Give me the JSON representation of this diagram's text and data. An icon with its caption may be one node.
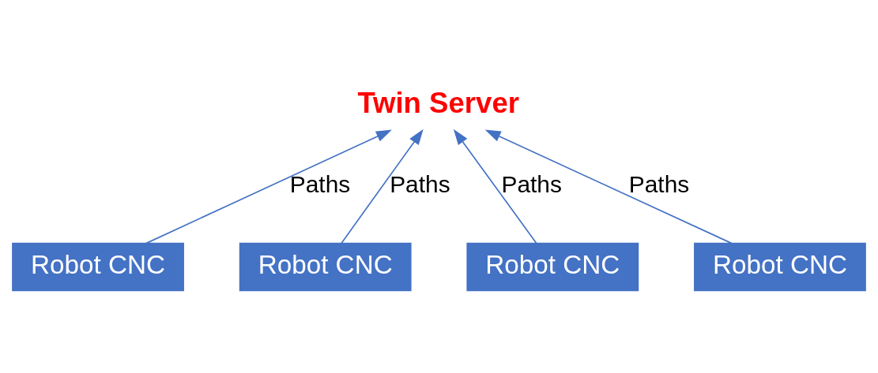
{
  "diagram": {
    "nodes": [
      {
        "text": [
          "Twin Server"
        ]
      },
      {
        "text": [
          "Robot CNC"
        ]
      },
      {
        "text": [
          "Robot CNC"
        ]
      },
      {
        "text": [
          "Robot CNC"
        ]
      },
      {
        "text": [
          "Robot CNC"
        ]
      }
    ],
    "edges": [
      {
        "from": 1,
        "to": 0,
        "arrow": "to",
        "label": "Paths"
      },
      {
        "from": 2,
        "to": 0,
        "arrow": "to",
        "label": "Paths"
      },
      {
        "from": 3,
        "to": 0,
        "arrow": "to",
        "label": "Paths"
      },
      {
        "from": 4,
        "to": 0,
        "arrow": "to",
        "label": "Paths"
      }
    ]
  }
}
